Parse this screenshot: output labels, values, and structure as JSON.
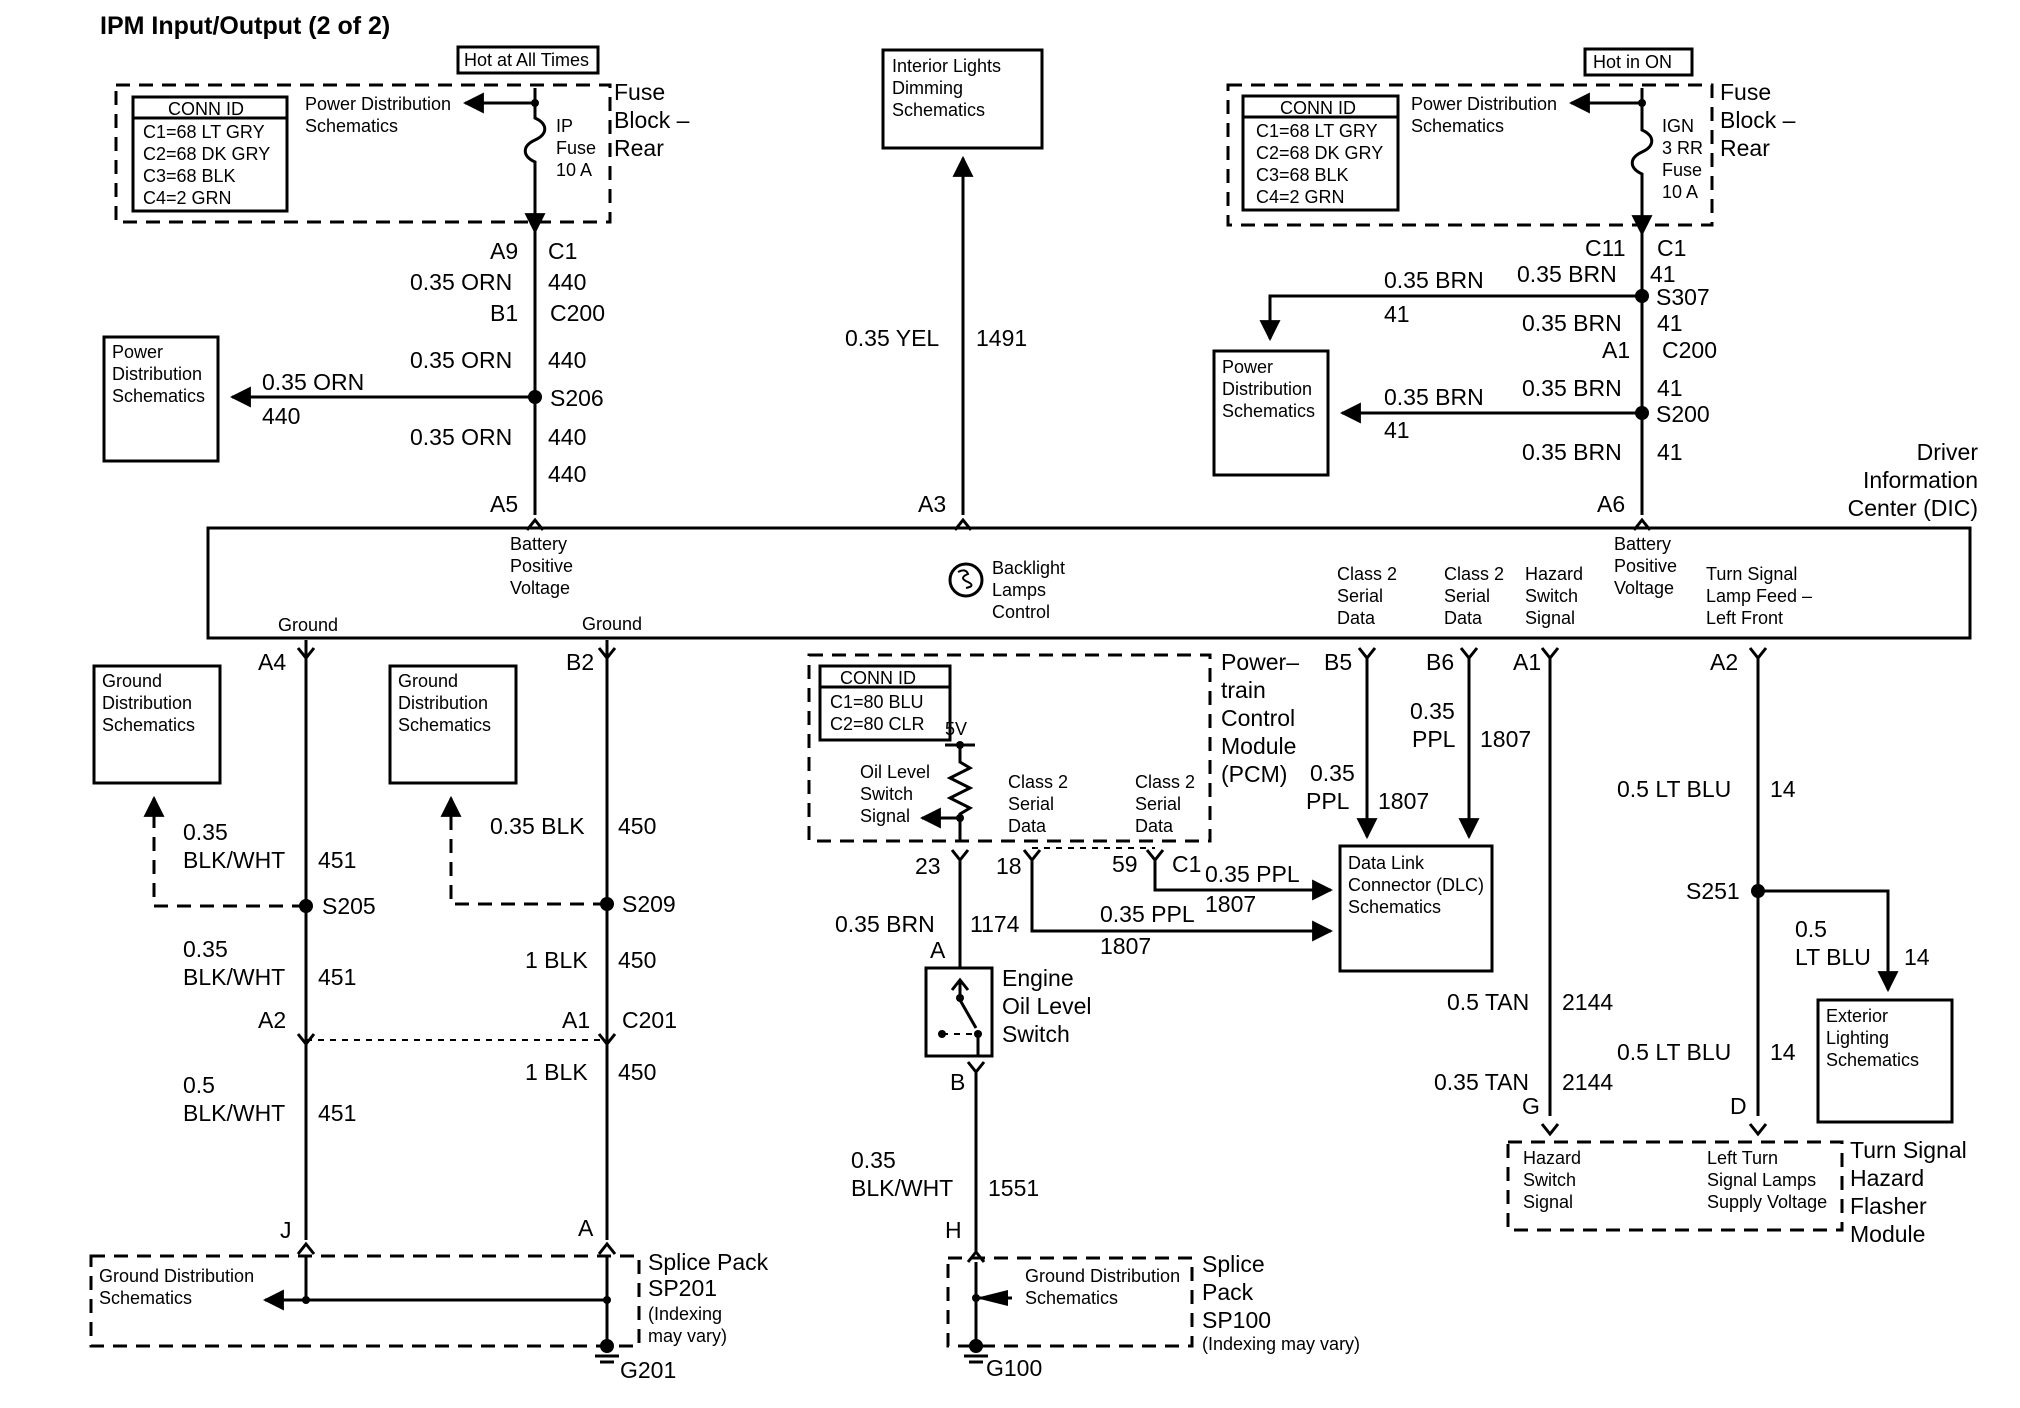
{
  "title": "IPM Input/Output (2 of 2)",
  "left_top": {
    "hot_label": "Hot at All Times",
    "conn_id": [
      "CONN ID",
      "C1=68 LT GRY",
      "C2=68 DK GRY",
      "C3=68 BLK",
      "C4=2 GRN"
    ],
    "pds": [
      "Power Distribution",
      "Schematics"
    ],
    "fuse": [
      "IP",
      "Fuse",
      "10 A"
    ],
    "block": [
      "Fuse",
      "Block –",
      "Rear"
    ],
    "pins": [
      "A9",
      "C1",
      "B1",
      "C200"
    ],
    "wires": [
      "0.35 ORN",
      "440",
      "0.35 ORN",
      "440",
      "0.35 ORN",
      "440",
      "440"
    ],
    "splice": "S206",
    "branch_wire": [
      "0.35 ORN",
      "440"
    ],
    "pd_box": [
      "Power",
      "Distribution",
      "Schematics"
    ],
    "dic_pin": "A5"
  },
  "middle_top": {
    "box": [
      "Interior Lights",
      "Dimming",
      "Schematics"
    ],
    "wire": [
      "0.35 YEL",
      "1491"
    ],
    "dic_pin": "A3"
  },
  "right_top": {
    "hot_label": "Hot in ON",
    "conn_id": [
      "CONN ID",
      "C1=68 LT GRY",
      "C2=68 DK GRY",
      "C3=68 BLK",
      "C4=2 GRN"
    ],
    "pds": [
      "Power Distribution",
      "Schematics"
    ],
    "fuse": [
      "IGN",
      "3 RR",
      "Fuse",
      "10 A"
    ],
    "block": [
      "Fuse",
      "Block –",
      "Rear"
    ],
    "pins": [
      "C11",
      "C1",
      "A1",
      "C200"
    ],
    "wires": [
      "0.35 BRN",
      "41",
      "0.35 BRN",
      "41",
      "0.35 BRN",
      "41",
      "0.35 BRN",
      "41"
    ],
    "splices": [
      "S307",
      "S200"
    ],
    "branch1": [
      "0.35 BRN",
      "41"
    ],
    "branch2": [
      "0.35 BRN",
      "41"
    ],
    "pd_box": [
      "Power",
      "Distribution",
      "Schematics"
    ],
    "dic_pin": "A6"
  },
  "dic": {
    "name": [
      "Driver",
      "Information",
      "Center (DIC)"
    ],
    "labels": {
      "bpv1": [
        "Battery",
        "Positive",
        "Voltage"
      ],
      "ground1": "Ground",
      "ground2": "Ground",
      "backlight": [
        "Backlight",
        "Lamps",
        "Control"
      ],
      "class2a": [
        "Class 2",
        "Serial",
        "Data"
      ],
      "class2b": [
        "Class 2",
        "Serial",
        "Data"
      ],
      "hazard": [
        "Hazard",
        "Switch",
        "Signal"
      ],
      "bpv2": [
        "Battery",
        "Positive",
        "Voltage"
      ],
      "turn": [
        "Turn Signal",
        "Lamp Feed –",
        "Left Front"
      ]
    },
    "bottom_pins": [
      "A4",
      "B2",
      "B5",
      "B6",
      "A1",
      "A2"
    ]
  },
  "grounds": {
    "gd_box1": [
      "Ground",
      "Distribution",
      "Schematics"
    ],
    "gd_box2": [
      "Ground",
      "Distribution",
      "Schematics"
    ],
    "w451": [
      "0.35",
      "BLK/WHT",
      "451",
      "0.35",
      "BLK/WHT",
      "451",
      "0.5",
      "BLK/WHT",
      "451"
    ],
    "w450": [
      "0.35 BLK",
      "450",
      "1 BLK",
      "450",
      "1 BLK",
      "450"
    ],
    "splices": [
      "S205",
      "S209"
    ],
    "pins": [
      "A2",
      "A1",
      "C201",
      "J",
      "A"
    ],
    "sp201": [
      "Splice Pack",
      "SP201",
      "(Indexing",
      "may vary)"
    ],
    "gds": [
      "Ground Distribution",
      "Schematics"
    ],
    "g201": "G201"
  },
  "pcm": {
    "conn_id": [
      "CONN ID",
      "C1=80 BLU",
      "C2=80 CLR"
    ],
    "v5": "5V",
    "oil": [
      "Oil Level",
      "Switch",
      "Signal"
    ],
    "c2a": [
      "Class 2",
      "Serial",
      "Data"
    ],
    "c2b": [
      "Class 2",
      "Serial",
      "Data"
    ],
    "name": [
      "Power–",
      "train",
      "Control",
      "Module",
      "(PCM)"
    ],
    "pins": [
      "23",
      "18",
      "59",
      "C1"
    ],
    "w_brn": [
      "0.35 BRN",
      "1174"
    ],
    "w_ppl1": [
      "0.35 PPL",
      "1807"
    ],
    "w_ppl2": [
      "0.35 PPL",
      "1807"
    ],
    "switch_pins": [
      "A",
      "B"
    ],
    "switch_name": [
      "Engine",
      "Oil Level",
      "Switch"
    ],
    "w_1551": [
      "0.35",
      "BLK/WHT",
      "1551"
    ],
    "pin_h": "H",
    "sp100": [
      "Splice",
      "Pack",
      "SP100",
      "(Indexing may vary)"
    ],
    "gds": [
      "Ground Distribution",
      "Schematics"
    ],
    "g100": "G100"
  },
  "dlc": {
    "wires_b5": [
      "0.35",
      "PPL",
      "1807"
    ],
    "wires_b6": [
      "0.35",
      "PPL",
      "1807"
    ],
    "box": [
      "Data Link",
      "Connector (DLC)",
      "Schematics"
    ]
  },
  "right_bottom": {
    "w14a": [
      "0.5 LT BLU",
      "14"
    ],
    "splice": "S251",
    "branch": [
      "0.5",
      "LT BLU",
      "14"
    ],
    "ext_box": [
      "Exterior",
      "Lighting",
      "Schematics"
    ],
    "w2144a": [
      "0.5 TAN",
      "2144"
    ],
    "w14b": [
      "0.5 LT BLU",
      "14"
    ],
    "w2144b": [
      "0.35 TAN",
      "2144"
    ],
    "pins": [
      "G",
      "D"
    ],
    "module_labels": [
      "Hazard",
      "Switch",
      "Signal",
      "Left Turn",
      "Signal Lamps",
      "Supply Voltage"
    ],
    "module_name": [
      "Turn Signal",
      "Hazard",
      "Flasher",
      "Module"
    ]
  }
}
